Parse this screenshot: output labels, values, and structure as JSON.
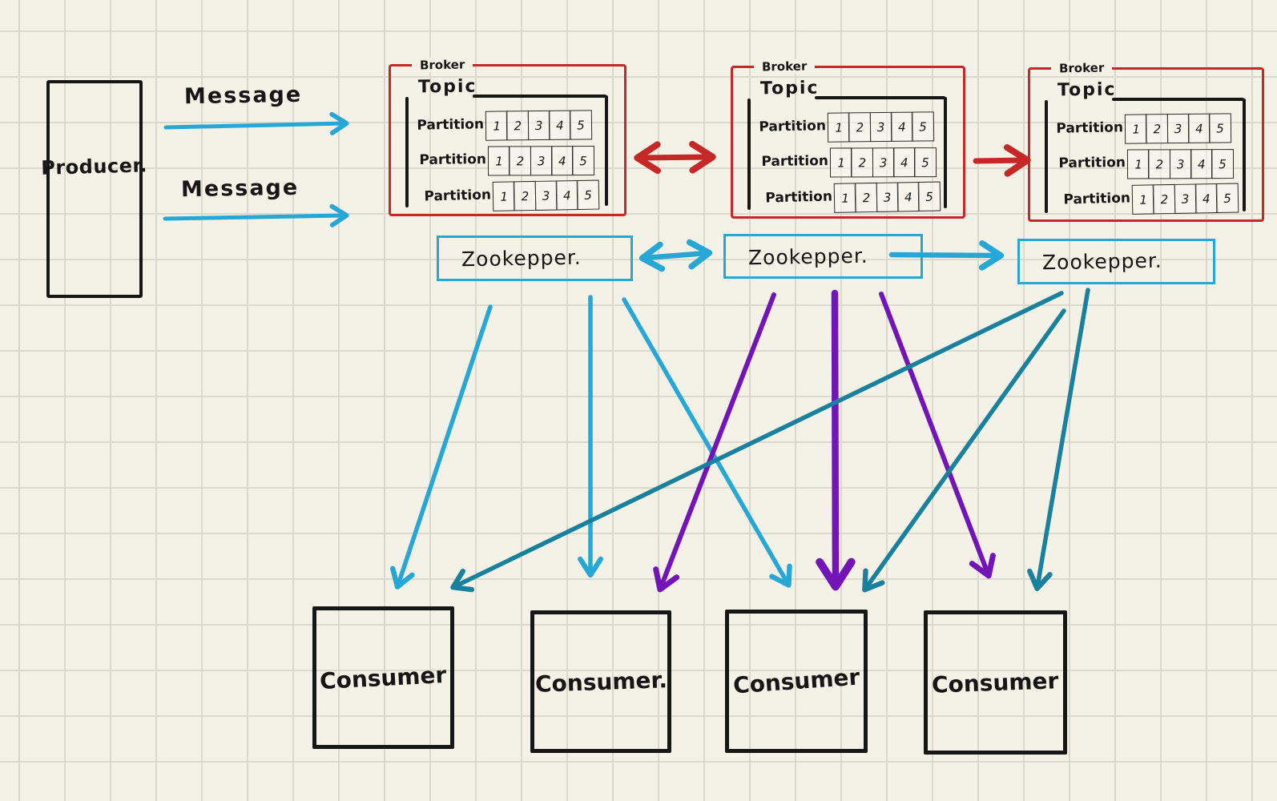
{
  "producer": {
    "label": "Producer."
  },
  "message_arrows": [
    {
      "label": "Message"
    },
    {
      "label": "Message"
    }
  ],
  "brokers": [
    {
      "box_label": "Broker",
      "topic_label": "Topic",
      "partitions": [
        {
          "label": "Partition",
          "cells": [
            "1",
            "2",
            "3",
            "4",
            "5"
          ]
        },
        {
          "label": "Partition",
          "cells": [
            "1",
            "2",
            "3",
            "4",
            "5"
          ]
        },
        {
          "label": "Partition",
          "cells": [
            "1",
            "2",
            "3",
            "4",
            "5"
          ]
        }
      ]
    },
    {
      "box_label": "Broker",
      "topic_label": "Topic",
      "partitions": [
        {
          "label": "Partition",
          "cells": [
            "1",
            "2",
            "3",
            "4",
            "5"
          ]
        },
        {
          "label": "Partition",
          "cells": [
            "1",
            "2",
            "3",
            "4",
            "5"
          ]
        },
        {
          "label": "Partition",
          "cells": [
            "1",
            "2",
            "3",
            "4",
            "5"
          ]
        }
      ]
    },
    {
      "box_label": "Broker",
      "topic_label": "Topic",
      "partitions": [
        {
          "label": "Partition",
          "cells": [
            "1",
            "2",
            "3",
            "4",
            "5"
          ]
        },
        {
          "label": "Partition",
          "cells": [
            "1",
            "2",
            "3",
            "4",
            "5"
          ]
        },
        {
          "label": "Partition",
          "cells": [
            "1",
            "2",
            "3",
            "4",
            "5"
          ]
        }
      ]
    }
  ],
  "zookeepers": [
    {
      "label": "Zookepper."
    },
    {
      "label": "Zookepper."
    },
    {
      "label": "Zookepper."
    }
  ],
  "consumers": [
    {
      "label": "Consumer"
    },
    {
      "label": "Consumer."
    },
    {
      "label": "Consumer"
    },
    {
      "label": "Consumer"
    }
  ],
  "colors": {
    "cyan": "#27a7d6",
    "red": "#c62828",
    "purple": "#7314b8",
    "teal": "#19809d",
    "black": "#161616",
    "background": "#f4f2e6",
    "grid": "#dbd9cc"
  },
  "edges": [
    {
      "id": "msg-1",
      "from": "producer",
      "to": "broker-1",
      "color": "cyan",
      "arrows": "end"
    },
    {
      "id": "msg-2",
      "from": "producer",
      "to": "broker-1",
      "color": "cyan",
      "arrows": "end"
    },
    {
      "id": "broker1-broker2",
      "from": "broker-1",
      "to": "broker-2",
      "color": "red",
      "arrows": "both"
    },
    {
      "id": "broker2-broker3",
      "from": "broker-2",
      "to": "broker-3",
      "color": "red",
      "arrows": "end"
    },
    {
      "id": "zk1-zk2",
      "from": "zookeeper-1",
      "to": "zookeeper-2",
      "color": "cyan",
      "arrows": "both"
    },
    {
      "id": "zk2-zk3",
      "from": "zookeeper-2",
      "to": "zookeeper-3",
      "color": "cyan",
      "arrows": "end"
    },
    {
      "id": "zk1-c1",
      "from": "zookeeper-1",
      "to": "consumer-1",
      "color": "cyan",
      "arrows": "end"
    },
    {
      "id": "zk1-c2",
      "from": "zookeeper-1",
      "to": "consumer-2",
      "color": "cyan",
      "arrows": "end"
    },
    {
      "id": "zk1-c3",
      "from": "zookeeper-1",
      "to": "consumer-3",
      "color": "cyan",
      "arrows": "end"
    },
    {
      "id": "zk2-c2",
      "from": "zookeeper-2",
      "to": "consumer-2",
      "color": "purple",
      "arrows": "end"
    },
    {
      "id": "zk2-c3",
      "from": "zookeeper-2",
      "to": "consumer-3",
      "color": "purple",
      "arrows": "end"
    },
    {
      "id": "zk2-c4",
      "from": "zookeeper-2",
      "to": "consumer-4",
      "color": "purple",
      "arrows": "end"
    },
    {
      "id": "zk3-c1",
      "from": "zookeeper-3",
      "to": "consumer-1",
      "color": "teal",
      "arrows": "end"
    },
    {
      "id": "zk3-c3",
      "from": "zookeeper-3",
      "to": "consumer-3",
      "color": "teal",
      "arrows": "end"
    },
    {
      "id": "zk3-c4",
      "from": "zookeeper-3",
      "to": "consumer-4",
      "color": "teal",
      "arrows": "end"
    }
  ]
}
